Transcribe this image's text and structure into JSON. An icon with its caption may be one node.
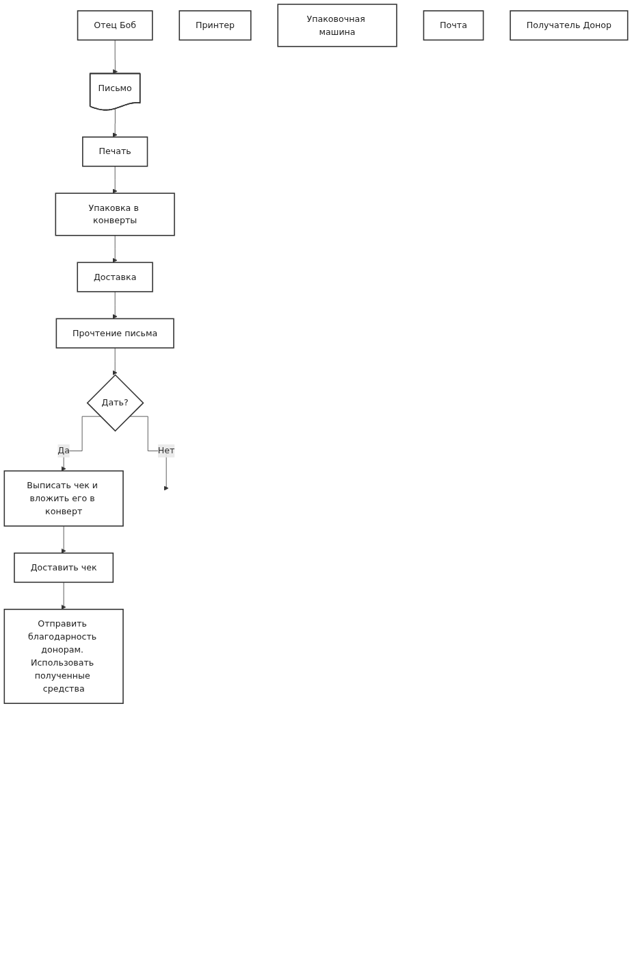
{
  "diagram": {
    "nodes": [
      {
        "text": [
          "Отец Боб"
        ]
      },
      {
        "text": [
          "Принтер"
        ]
      },
      {
        "text": [
          "Упаковочная машина"
        ]
      },
      {
        "text": [
          "Почта"
        ]
      },
      {
        "text": [
          "Получатель Донор"
        ]
      },
      {
        "text": [
          "Письмо"
        ]
      },
      {
        "text": [
          "Печать"
        ]
      },
      {
        "text": [
          "Упаковка в конверты"
        ]
      },
      {
        "text": [
          "Доставка"
        ]
      },
      {
        "text": [
          "Прочтение письма"
        ]
      },
      {
        "text": [
          "Дать?"
        ]
      },
      {
        "text": [
          "Выписать чек и вложить его в конверт"
        ]
      },
      {
        "text": [
          "Доставить чек"
        ]
      },
      {
        "text": [
          "Отправить благодарность донорам. Использовать полученные средства"
        ]
      }
    ],
    "edges": [
      {
        "from": 0,
        "to": 5,
        "arrow": "to"
      },
      {
        "from": 5,
        "to": 6,
        "arrow": "to"
      },
      {
        "from": 6,
        "to": 7,
        "arrow": "to"
      },
      {
        "from": 7,
        "to": 8,
        "arrow": "to"
      },
      {
        "from": 8,
        "to": 9,
        "arrow": "to"
      },
      {
        "from": 9,
        "to": 10,
        "arrow": "to"
      },
      {
        "from": 10,
        "to": null,
        "label": "Нет",
        "arrow": "to"
      },
      {
        "from": 10,
        "to": 11,
        "label": "Да",
        "arrow": "to"
      },
      {
        "from": 11,
        "to": 12,
        "arrow": "to"
      },
      {
        "from": 12,
        "to": 13,
        "arrow": "to"
      }
    ]
  }
}
